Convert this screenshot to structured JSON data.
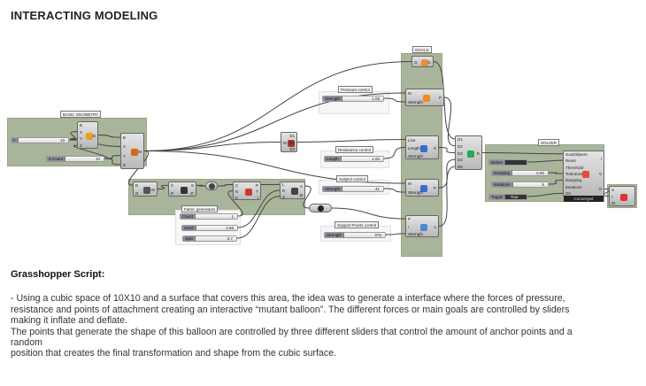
{
  "title": "INTERACTING MODELING",
  "groups": {
    "basic": "BASIC GEOMETRY",
    "fabric": "Fabric generators",
    "goals": "GOALS",
    "solver": "SOLVER",
    "pressure": "Pressure control",
    "resistance": "Resistance control",
    "subject": "Subject control",
    "support": "Support Points control"
  },
  "sliders": {
    "f": {
      "label": "F",
      "value": "10"
    },
    "zcount": {
      "label": "Z Count",
      "value": "10"
    },
    "count": {
      "label": "Count",
      "value": "1"
    },
    "seed": {
      "label": "Seed",
      "value": "2.68"
    },
    "split": {
      "label": "Split",
      "value": "0.7"
    },
    "pressure": {
      "label": "Strength",
      "value": "1.05"
    },
    "resistance": {
      "label": "Length",
      "value": "1.00"
    },
    "subject": {
      "label": "Strength",
      "value": "41"
    },
    "support": {
      "label": "Strength",
      "value": "976"
    },
    "button": {
      "label": "Button",
      "value": ""
    },
    "damping": {
      "label": "Damping",
      "value": "0.90"
    },
    "iterations": {
      "label": "Iterations",
      "value": "5"
    },
    "toggle": {
      "label": "Toggle",
      "value": "True"
    }
  },
  "nodes": {
    "box1": {
      "in": [
        "B",
        "X",
        "Y",
        "Z"
      ],
      "out": [
        "B"
      ]
    },
    "box2": {
      "in": [
        "B",
        "X",
        "Y",
        "Z"
      ],
      "out": [
        "M"
      ]
    },
    "n3": {
      "in": [
        "B",
        "D"
      ],
      "out": [
        "W"
      ]
    },
    "n4": {
      "in": [
        "C",
        "R"
      ],
      "out": [
        "S",
        "S'"
      ]
    },
    "n6": {
      "in": [
        "C",
        "N",
        "K"
      ],
      "out": [
        "P",
        "T",
        "t"
      ]
    },
    "n7": {
      "in": [
        "L",
        "R",
        "S"
      ],
      "out": [
        "A",
        "B"
      ]
    },
    "explode": {
      "in": [
        "M"
      ],
      "out": [
        "E1",
        "E2",
        "E3"
      ]
    },
    "g": {
      "in": [
        "G"
      ],
      "out": [
        "G"
      ]
    },
    "pressure": {
      "in": [
        "M",
        "Strength"
      ],
      "out": [
        "P"
      ]
    },
    "length": {
      "in": [
        "Line",
        "Length",
        "Strength"
      ],
      "out": [
        "S"
      ]
    },
    "subject": {
      "in": [
        "M",
        "Strength"
      ],
      "out": [
        "P"
      ]
    },
    "anchor": {
      "in": [
        "P",
        "I",
        "Strength"
      ],
      "out": [
        "A"
      ]
    },
    "merge": {
      "in": [
        "D1",
        "D2",
        "D3",
        "D4",
        "D5"
      ],
      "out": [
        "R"
      ]
    },
    "solver": {
      "in": [
        "GoalObjects",
        "Reset",
        "Threshold",
        "Tolerance",
        "Damping",
        "Iterations",
        "On"
      ],
      "out": [
        "I",
        "V",
        "O"
      ],
      "status": "Converged"
    },
    "out": {
      "in": [
        "S",
        "I",
        "W"
      ],
      "out": [
        ""
      ]
    }
  },
  "text": {
    "heading": "Grasshopper Script:",
    "lines": [
      "- Using a cubic space of 10X10 and a surface that covers this area, the idea was to generate a interface where the forces of pressure,",
      "resistance and points of attachment creating an interactive “mutant balloon”. The different forces or main goals are controlled by sliders",
      "making it inflate and deflate.",
      "The points that generate the shape of this balloon are controlled by three different sliders that control the amount of anchor points and a",
      "random",
      "position that creates the final transformation and shape from the cubic surface."
    ]
  },
  "colors": {
    "group": "#a9b59b",
    "wire": "#444444",
    "node": "#cccccc"
  }
}
